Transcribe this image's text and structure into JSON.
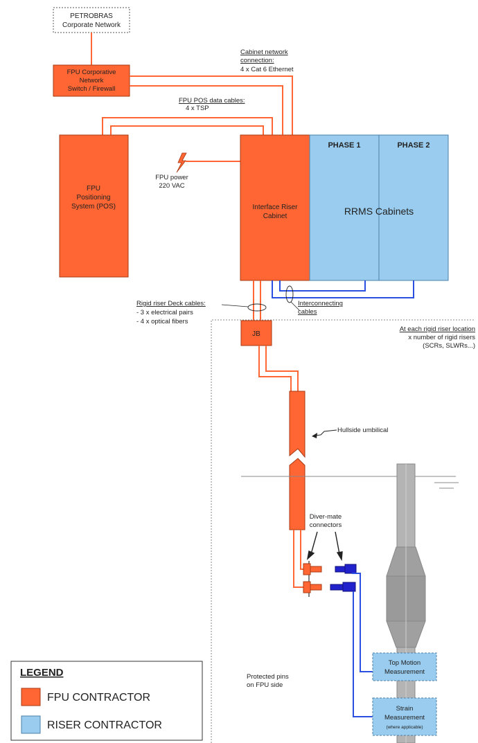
{
  "nodes": {
    "corporate_network": [
      "PETROBRAS",
      "Corporate Network"
    ],
    "switch_firewall": [
      "FPU Corporative",
      "Network",
      "Switch / Firewall"
    ],
    "pos": [
      "FPU",
      "Positioning",
      "System (POS)"
    ],
    "interface_cabinet": [
      "Interface Riser",
      "Cabinet"
    ],
    "phase1": "PHASE 1",
    "phase2": "PHASE 2",
    "rrms": "RRMS Cabinets",
    "jb": "JB",
    "top_motion": [
      "Top Motion",
      "Measurement"
    ],
    "strain": [
      "Strain",
      "Measurement",
      "(where applicable)"
    ]
  },
  "labels": {
    "cabinet_network": [
      "Cabinet network",
      "connection:",
      "4 x Cat 6 Ethernet"
    ],
    "pos_cables": [
      "FPU POS data cables:",
      "4 x  TSP"
    ],
    "fpu_power": [
      "FPU power",
      "220 VAC"
    ],
    "deck_cables": [
      "Rigid riser Deck cables:",
      "- 3 x electrical pairs",
      "- 4 x optical fibers"
    ],
    "interconnecting": [
      "Interconnecting",
      "cables"
    ],
    "each_location": [
      "At each rigid riser location",
      "x number of rigid risers",
      "(SCRs, SLWRs...)"
    ],
    "hullside": "Hullside umbilical",
    "diver_mate": [
      "Diver-mate",
      "connectors"
    ],
    "protected_pins": [
      "Protected pins",
      "on FPU side"
    ]
  },
  "legend": {
    "title": "LEGEND",
    "items": [
      {
        "label": "FPU CONTRACTOR",
        "color": "#ff6633"
      },
      {
        "label": "RISER CONTRACTOR",
        "color": "#99ccee"
      }
    ]
  },
  "colors": {
    "fpu_fill": "#ff6633",
    "fpu_stroke": "#a63a12",
    "riser_fill": "#99ccee",
    "riser_stroke": "#4a7fa8",
    "blue_cable": "#2b4fe0",
    "connector_blue": "#2222cc",
    "riser_gray": "#b4b4b4"
  }
}
